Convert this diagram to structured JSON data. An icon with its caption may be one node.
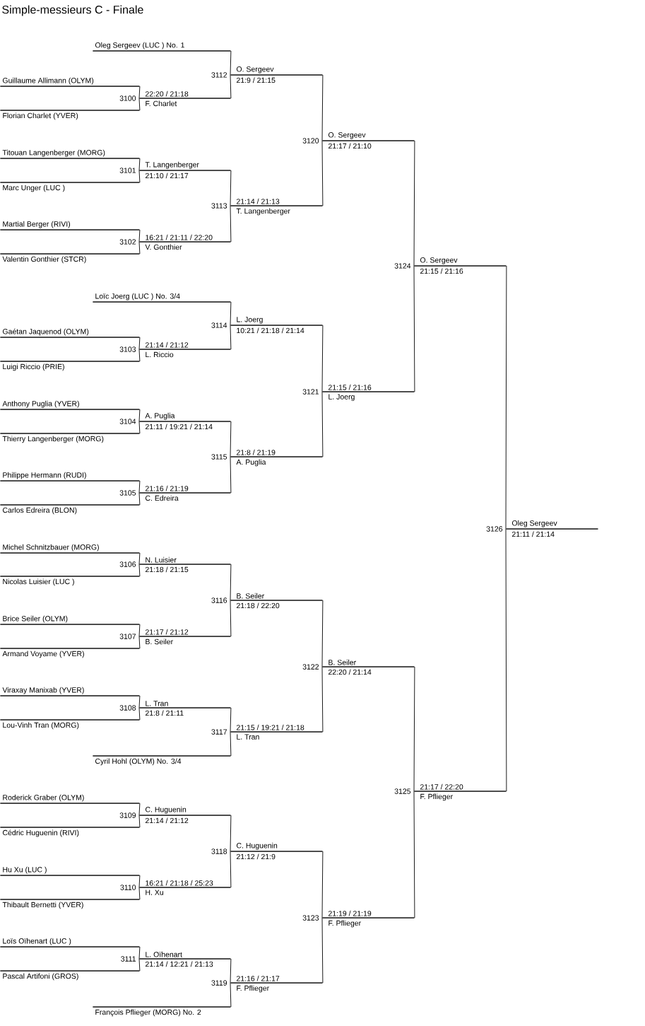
{
  "diagram": {
    "title": "Simple-messieurs C - Finale",
    "nodes": [
      {
        "text": [
          "Oleg Sergeev (LUC ) No. 1"
        ]
      },
      {
        "text": [
          "Guillaume Allimann (OLYM)"
        ]
      },
      {
        "text": [
          "Florian Charlet (YVER)"
        ]
      },
      {
        "text": [
          "Titouan Langenberger (MORG)"
        ]
      },
      {
        "text": [
          "Marc Unger (LUC )"
        ]
      },
      {
        "text": [
          "Martial Berger (RIVI)"
        ]
      },
      {
        "text": [
          "Valentin Gonthier (STCR)"
        ]
      },
      {
        "text": [
          "Loïc Joerg (LUC ) No. 3/4"
        ]
      },
      {
        "text": [
          "Gaétan Jaquenod (OLYM)"
        ]
      },
      {
        "text": [
          "Luigi Riccio (PRIE)"
        ]
      },
      {
        "text": [
          "Anthony Puglia (YVER)"
        ]
      },
      {
        "text": [
          "Thierry Langenberger (MORG)"
        ]
      },
      {
        "text": [
          "Philippe Hermann (RUDI)"
        ]
      },
      {
        "text": [
          "Carlos Edreira (BLON)"
        ]
      },
      {
        "text": [
          "Michel Schnitzbauer (MORG)"
        ]
      },
      {
        "text": [
          "Nicolas Luisier (LUC )"
        ]
      },
      {
        "text": [
          "Brice Seiler (OLYM)"
        ]
      },
      {
        "text": [
          "Armand Voyame (YVER)"
        ]
      },
      {
        "text": [
          "Viraxay Manixab (YVER)"
        ]
      },
      {
        "text": [
          "Lou-Vinh Tran (MORG)"
        ]
      },
      {
        "text": [
          "Cyril Hohl (OLYM) No. 3/4"
        ]
      },
      {
        "text": [
          "Roderick Graber (OLYM)"
        ]
      },
      {
        "text": [
          "Cédric Huguenin (RIVI)"
        ]
      },
      {
        "text": [
          "Hu Xu (LUC )"
        ]
      },
      {
        "text": [
          "Thibault Bernetti (YVER)"
        ]
      },
      {
        "text": [
          "Loïs Oïhenart (LUC )"
        ]
      },
      {
        "text": [
          "Pascal Artifoni (GROS)"
        ]
      },
      {
        "text": [
          "François Pflieger (MORG) No. 2"
        ]
      },
      {
        "text": [
          "22:20 / 21:18",
          "3100",
          "F. Charlet"
        ]
      },
      {
        "text": [
          "T. Langenberger",
          "3101",
          "21:10 / 21:17"
        ]
      },
      {
        "text": [
          "16:21 / 21:11 / 22:20",
          "3102",
          "V. Gonthier"
        ]
      },
      {
        "text": [
          "21:14 / 21:12",
          "3103",
          "L. Riccio"
        ]
      },
      {
        "text": [
          "A. Puglia",
          "3104",
          "21:11 / 19:21 / 21:14"
        ]
      },
      {
        "text": [
          "21:16 / 21:19",
          "3105",
          "C. Edreira"
        ]
      },
      {
        "text": [
          "N. Luisier",
          "3106",
          "21:18 / 21:15"
        ]
      },
      {
        "text": [
          "21:17 / 21:12",
          "3107",
          "B. Seiler"
        ]
      },
      {
        "text": [
          "L. Tran",
          "3108",
          "21:8 / 21:11"
        ]
      },
      {
        "text": [
          "C. Huguenin",
          "3109",
          "21:14 / 21:12"
        ]
      },
      {
        "text": [
          "16:21 / 21:18 / 25:23",
          "3110",
          "H. Xu"
        ]
      },
      {
        "text": [
          "L. Oïhenart",
          "3111",
          "21:14 / 12:21 / 21:13"
        ]
      },
      {
        "text": [
          "O. Sergeev",
          "3112",
          "21:9 / 21:15"
        ]
      },
      {
        "text": [
          "21:14 / 21:13",
          "3113",
          "T. Langenberger"
        ]
      },
      {
        "text": [
          "L. Joerg",
          "3114",
          "10:21 / 21:18 / 21:14"
        ]
      },
      {
        "text": [
          "21:8 / 21:19",
          "3115",
          "A. Puglia"
        ]
      },
      {
        "text": [
          "B. Seiler",
          "3116",
          "21:18 / 22:20"
        ]
      },
      {
        "text": [
          "21:15 / 19:21 / 21:18",
          "3117",
          "L. Tran"
        ]
      },
      {
        "text": [
          "C. Huguenin",
          "3118",
          "21:12 / 21:9"
        ]
      },
      {
        "text": [
          "21:16 / 21:17",
          "3119",
          "F. Pflieger"
        ]
      },
      {
        "text": [
          "O. Sergeev",
          "3120",
          "21:17 / 21:10"
        ]
      },
      {
        "text": [
          "21:15 / 21:16",
          "3121",
          "L. Joerg"
        ]
      },
      {
        "text": [
          "B. Seiler",
          "3122",
          "22:20 / 21:14"
        ]
      },
      {
        "text": [
          "21:19 / 21:19",
          "3123",
          "F. Pflieger"
        ]
      },
      {
        "text": [
          "O. Sergeev",
          "3124",
          "21:15 / 21:16"
        ]
      },
      {
        "text": [
          "21:17 / 22:20",
          "3125",
          "F. Pflieger"
        ]
      },
      {
        "text": [
          "Oleg Sergeev",
          "3126",
          "21:11 / 21:14"
        ]
      }
    ],
    "edges": [
      {
        "from": 1,
        "to": 28,
        "arrow": "none"
      },
      {
        "from": 2,
        "to": 28,
        "arrow": "none"
      },
      {
        "from": 3,
        "to": 29,
        "arrow": "none"
      },
      {
        "from": 4,
        "to": 29,
        "arrow": "none"
      },
      {
        "from": 5,
        "to": 30,
        "arrow": "none"
      },
      {
        "from": 6,
        "to": 30,
        "arrow": "none"
      },
      {
        "from": 8,
        "to": 31,
        "arrow": "none"
      },
      {
        "from": 9,
        "to": 31,
        "arrow": "none"
      },
      {
        "from": 10,
        "to": 32,
        "arrow": "none"
      },
      {
        "from": 11,
        "to": 32,
        "arrow": "none"
      },
      {
        "from": 12,
        "to": 33,
        "arrow": "none"
      },
      {
        "from": 13,
        "to": 33,
        "arrow": "none"
      },
      {
        "from": 14,
        "to": 34,
        "arrow": "none"
      },
      {
        "from": 15,
        "to": 34,
        "arrow": "none"
      },
      {
        "from": 16,
        "to": 35,
        "arrow": "none"
      },
      {
        "from": 17,
        "to": 35,
        "arrow": "none"
      },
      {
        "from": 18,
        "to": 36,
        "arrow": "none"
      },
      {
        "from": 19,
        "to": 36,
        "arrow": "none"
      },
      {
        "from": 21,
        "to": 37,
        "arrow": "none"
      },
      {
        "from": 22,
        "to": 37,
        "arrow": "none"
      },
      {
        "from": 23,
        "to": 38,
        "arrow": "none"
      },
      {
        "from": 24,
        "to": 38,
        "arrow": "none"
      },
      {
        "from": 25,
        "to": 39,
        "arrow": "none"
      },
      {
        "from": 26,
        "to": 39,
        "arrow": "none"
      },
      {
        "from": 0,
        "to": 40,
        "arrow": "none"
      },
      {
        "from": 28,
        "to": 40,
        "arrow": "none"
      },
      {
        "from": 29,
        "to": 41,
        "arrow": "none"
      },
      {
        "from": 30,
        "to": 41,
        "arrow": "none"
      },
      {
        "from": 7,
        "to": 42,
        "arrow": "none"
      },
      {
        "from": 31,
        "to": 42,
        "arrow": "none"
      },
      {
        "from": 32,
        "to": 43,
        "arrow": "none"
      },
      {
        "from": 33,
        "to": 43,
        "arrow": "none"
      },
      {
        "from": 34,
        "to": 44,
        "arrow": "none"
      },
      {
        "from": 35,
        "to": 44,
        "arrow": "none"
      },
      {
        "from": 36,
        "to": 45,
        "arrow": "none"
      },
      {
        "from": 20,
        "to": 45,
        "arrow": "none"
      },
      {
        "from": 37,
        "to": 46,
        "arrow": "none"
      },
      {
        "from": 38,
        "to": 46,
        "arrow": "none"
      },
      {
        "from": 39,
        "to": 47,
        "arrow": "none"
      },
      {
        "from": 27,
        "to": 47,
        "arrow": "none"
      },
      {
        "from": 40,
        "to": 48,
        "arrow": "none"
      },
      {
        "from": 41,
        "to": 48,
        "arrow": "none"
      },
      {
        "from": 42,
        "to": 49,
        "arrow": "none"
      },
      {
        "from": 43,
        "to": 49,
        "arrow": "none"
      },
      {
        "from": 44,
        "to": 50,
        "arrow": "none"
      },
      {
        "from": 45,
        "to": 50,
        "arrow": "none"
      },
      {
        "from": 46,
        "to": 51,
        "arrow": "none"
      },
      {
        "from": 47,
        "to": 51,
        "arrow": "none"
      },
      {
        "from": 48,
        "to": 52,
        "arrow": "none"
      },
      {
        "from": 49,
        "to": 52,
        "arrow": "none"
      },
      {
        "from": 50,
        "to": 53,
        "arrow": "none"
      },
      {
        "from": 51,
        "to": 53,
        "arrow": "none"
      },
      {
        "from": 52,
        "to": 54,
        "arrow": "none"
      },
      {
        "from": 53,
        "to": 54,
        "arrow": "none"
      }
    ]
  }
}
